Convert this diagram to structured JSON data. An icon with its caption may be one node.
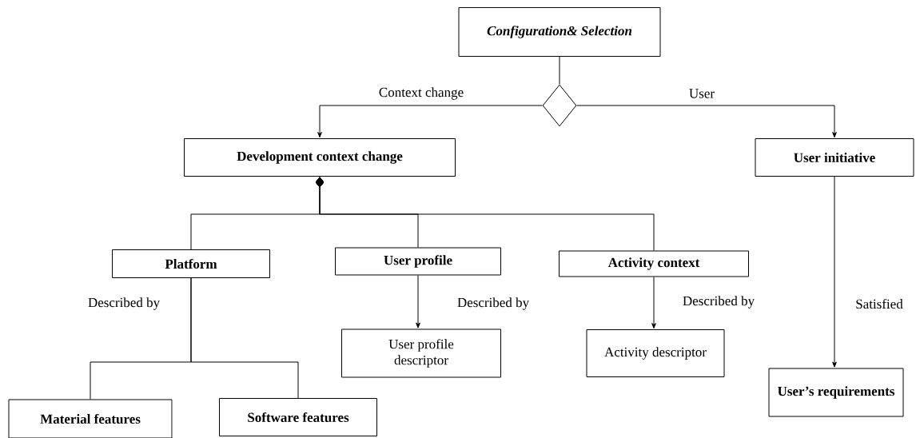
{
  "diagram": {
    "nodes": [
      {
        "text": [
          "Configuration& Selection"
        ]
      },
      {
        "text": [],
        "shape": "diamond"
      },
      {
        "text": [
          "Development context change"
        ]
      },
      {
        "text": [
          "User initiative"
        ]
      },
      {
        "text": [
          "Platform"
        ]
      },
      {
        "text": [
          "User profile"
        ]
      },
      {
        "text": [
          "Activity context"
        ]
      },
      {
        "text": [
          "User profile descriptor"
        ]
      },
      {
        "text": [
          "Activity descriptor"
        ]
      },
      {
        "text": [
          "User’s requirements"
        ]
      },
      {
        "text": [
          "Material features"
        ]
      },
      {
        "text": [
          "Software features"
        ]
      }
    ],
    "edges": [
      {
        "from": 0,
        "to": 1,
        "arrow": "none"
      },
      {
        "from": 1,
        "to": 2,
        "arrow": "to",
        "label": "Context change"
      },
      {
        "from": 1,
        "to": 3,
        "arrow": "to",
        "label": "User"
      },
      {
        "from": 2,
        "to": 4,
        "arrow": "other"
      },
      {
        "from": 2,
        "to": 5,
        "arrow": "other"
      },
      {
        "from": 2,
        "to": 6,
        "arrow": "other"
      },
      {
        "from": 5,
        "to": 7,
        "arrow": "to",
        "label": "Described by"
      },
      {
        "from": 6,
        "to": 8,
        "arrow": "to",
        "label": "Described by"
      },
      {
        "from": 3,
        "to": 9,
        "arrow": "to",
        "label": "Satisfied"
      },
      {
        "from": 4,
        "to": 10,
        "arrow": "none",
        "label": "Described by"
      },
      {
        "from": 4,
        "to": 11,
        "arrow": "none"
      }
    ]
  }
}
